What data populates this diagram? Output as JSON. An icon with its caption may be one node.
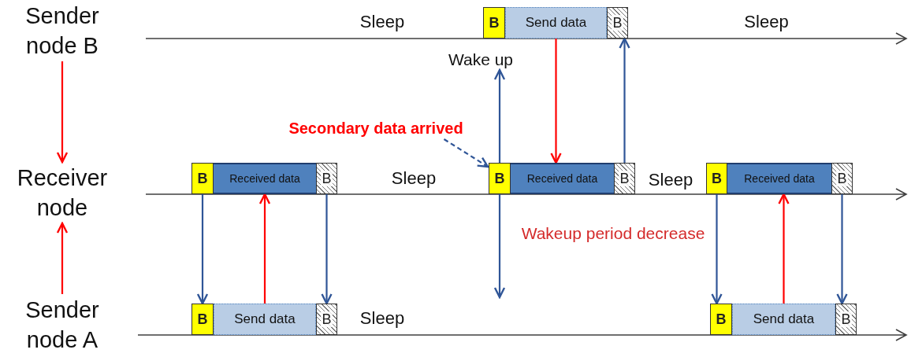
{
  "diagram": {
    "nodes": [
      {
        "text": [
          "Sender node B"
        ]
      },
      {
        "text": [
          "B"
        ]
      },
      {
        "text": [
          "Send data"
        ]
      },
      {
        "text": [
          "B"
        ]
      },
      {
        "text": [
          "Wake up"
        ]
      },
      {
        "text": [
          "Secondary data arrived"
        ]
      },
      {
        "text": [
          "Receiver node"
        ]
      },
      {
        "text": [
          "B"
        ]
      },
      {
        "text": [
          "Received data"
        ]
      },
      {
        "text": [
          "B"
        ]
      },
      {
        "text": [
          "B"
        ]
      },
      {
        "text": [
          "Received data"
        ]
      },
      {
        "text": [
          "B"
        ]
      },
      {
        "text": [
          "B"
        ]
      },
      {
        "text": [
          "Received data"
        ]
      },
      {
        "text": [
          "B"
        ]
      },
      {
        "text": [
          "Sender node A"
        ]
      },
      {
        "text": [
          "B"
        ]
      },
      {
        "text": [
          "Send data"
        ]
      },
      {
        "text": [
          "B"
        ]
      },
      {
        "text": [
          "B"
        ]
      },
      {
        "text": [
          "Send data"
        ]
      },
      {
        "text": [
          "B"
        ]
      }
    ],
    "edges": [
      {
        "from": 0,
        "to": 6,
        "arrow": "to",
        "color": "#ff0000"
      },
      {
        "from": 2,
        "to": 11,
        "arrow": "to",
        "color": "#ff0000"
      },
      {
        "from": 10,
        "to": 4,
        "arrow": "to"
      },
      {
        "from": 12,
        "to": 3,
        "arrow": "to"
      },
      {
        "from": 5,
        "to": 10,
        "arrow": "to",
        "style": "dashed"
      },
      {
        "from": 16,
        "to": 6,
        "arrow": "to",
        "color": "#ff0000"
      },
      {
        "from": 7,
        "to": 17,
        "arrow": "to"
      },
      {
        "from": 18,
        "to": 8,
        "arrow": "to",
        "color": "#ff0000"
      },
      {
        "from": 9,
        "to": 19,
        "arrow": "to"
      },
      {
        "from": 10,
        "to": null,
        "arrow": "to"
      },
      {
        "from": 13,
        "to": 20,
        "arrow": "to"
      },
      {
        "from": 21,
        "to": 14,
        "arrow": "to",
        "color": "#ff0000"
      },
      {
        "from": 15,
        "to": 22,
        "arrow": "to"
      }
    ],
    "labels": [
      "Sleep",
      "Sleep",
      "Sleep",
      "Sleep",
      "Wakeup period decrease",
      "Sleep"
    ]
  }
}
